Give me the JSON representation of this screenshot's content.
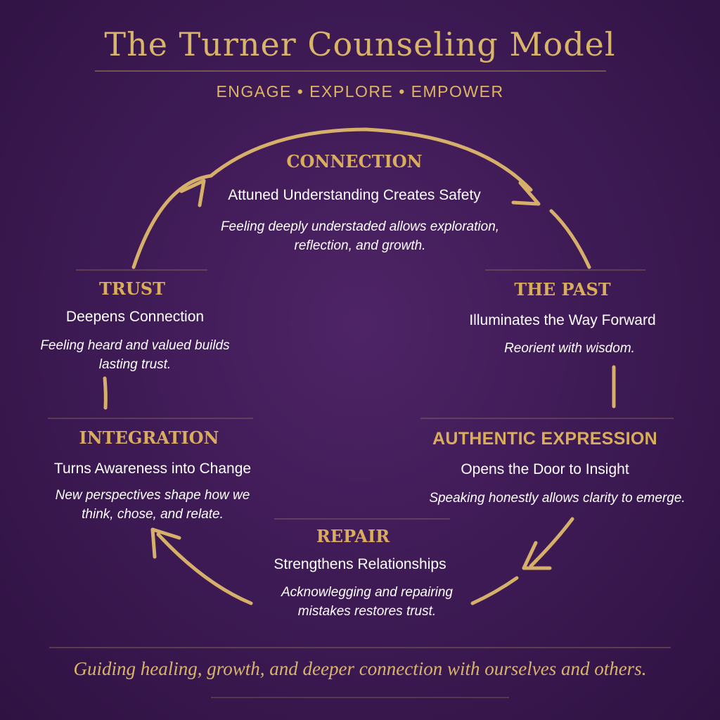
{
  "header": {
    "title": "The Turner Counseling Model",
    "subtitle": "ENGAGE • EXPLORE • EMPOWER"
  },
  "stages": {
    "connection": {
      "title": "CONNECTION",
      "headline": "Attuned Understanding Creates Safety",
      "description": "Feeling deeply understaded allows exploration, reflection, and growth."
    },
    "the_past": {
      "title": "THE PAST",
      "headline": "Illuminates the Way Forward",
      "description": "Reorient with wisdom."
    },
    "authentic_expression": {
      "title": "AUTHENTIC EXPRESSION",
      "headline": "Opens the Door to Insight",
      "description": "Speaking honestly allows clarity to emerge."
    },
    "repair": {
      "title": "REPAIR",
      "headline": "Strengthens Relationships",
      "description": "Acknowlegging and repairing mistakes restores trust."
    },
    "integration": {
      "title": "INTEGRATION",
      "headline": "Turns Awareness into Change",
      "description": "New perspectives shape how we think, chose, and relate."
    },
    "trust": {
      "title": "TRUST",
      "headline": "Deepens Connection",
      "description": "Feeling heard and valued builds lasting trust."
    }
  },
  "footer": {
    "tagline": "Guiding healing, growth, and deeper connection with ourselves and others."
  },
  "colors": {
    "background": "#3f1b56",
    "gold": "#d9b56a",
    "text": "#ffffff"
  }
}
